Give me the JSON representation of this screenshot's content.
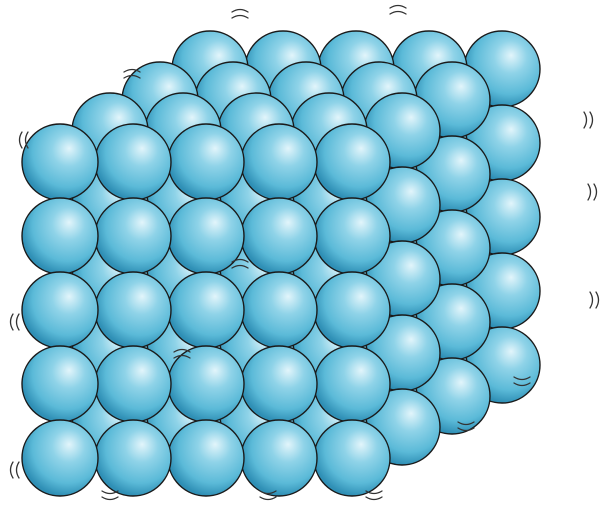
{
  "illustration": {
    "subject": "cubic-lattice-of-spheres",
    "grid": {
      "columns": 5,
      "rows": 5,
      "depth_layers": 4
    },
    "colors": {
      "background": "#ffffff",
      "sphere_highlight": "#e2f5fb",
      "sphere_mid": "#8fd3e8",
      "sphere_base": "#5bbad8",
      "sphere_shadow": "#2f8fb5",
      "outline": "#1a1a1a",
      "vibration_marks": "#333333"
    },
    "icons": [
      "vibration-mark-icon"
    ]
  }
}
